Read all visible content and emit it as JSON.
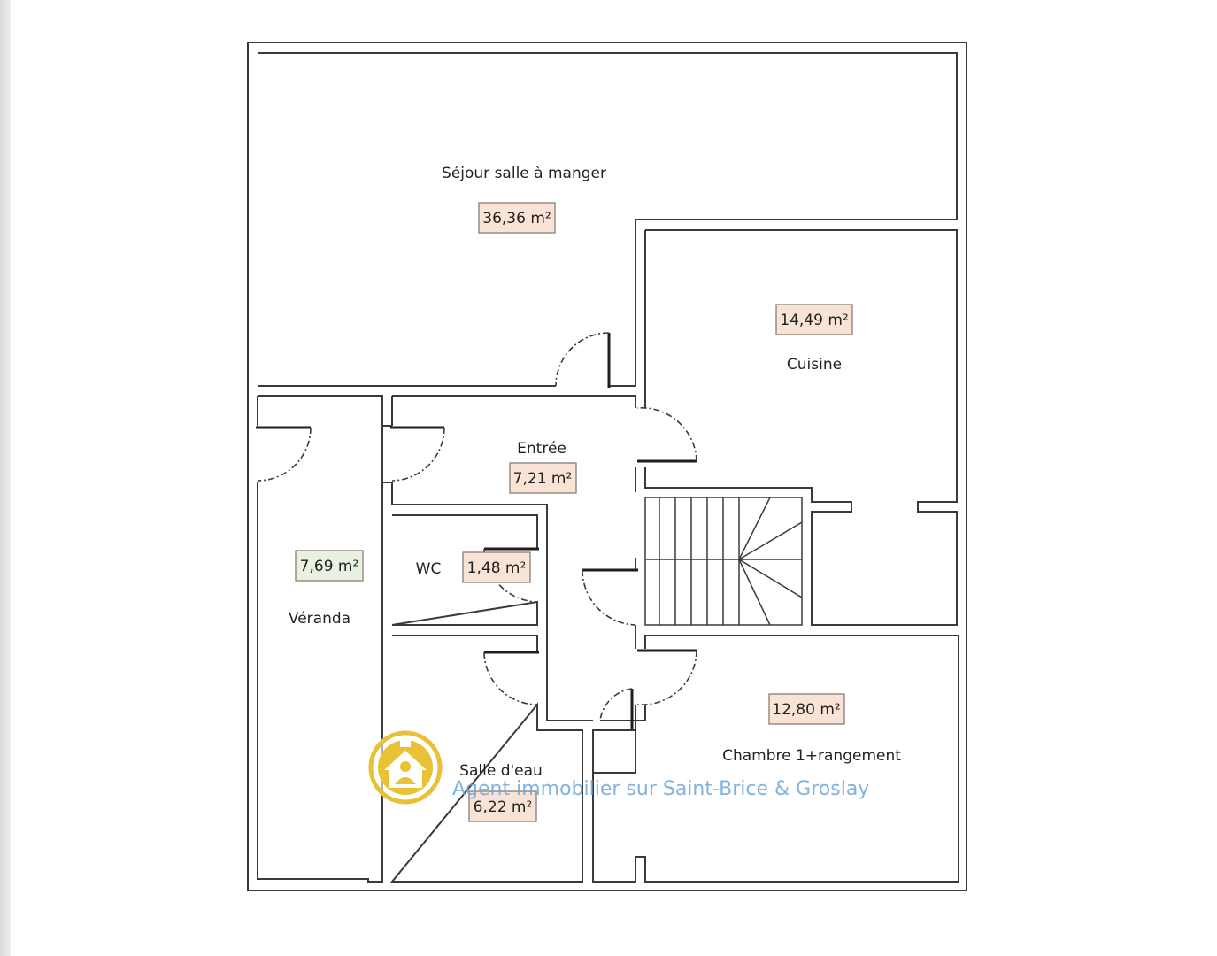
{
  "colors": {
    "area_tag_fill": "#f9e3d6",
    "veranda_tag_fill": "#e9f1e1",
    "logo_gold": "#e8c135",
    "watermark_blue": "#6ba6db"
  },
  "rooms": {
    "sejour": {
      "name": "Séjour salle à manger",
      "area": "36,36 m²"
    },
    "cuisine": {
      "name": "Cuisine",
      "area": "14,49 m²"
    },
    "entree": {
      "name": "Entrée",
      "area": "7,21 m²"
    },
    "veranda": {
      "name": "Véranda",
      "area": "7,69 m²"
    },
    "wc": {
      "name": "WC",
      "area": "1,48 m²"
    },
    "salle_eau": {
      "name": "Salle d'eau",
      "area": "6,22 m²"
    },
    "chambre": {
      "name": "Chambre 1+rangement",
      "area": "12,80 m²"
    }
  },
  "watermark": {
    "logo_icon": "house-person-icon",
    "text": "Agent immobilier sur Saint-Brice & Groslay"
  }
}
